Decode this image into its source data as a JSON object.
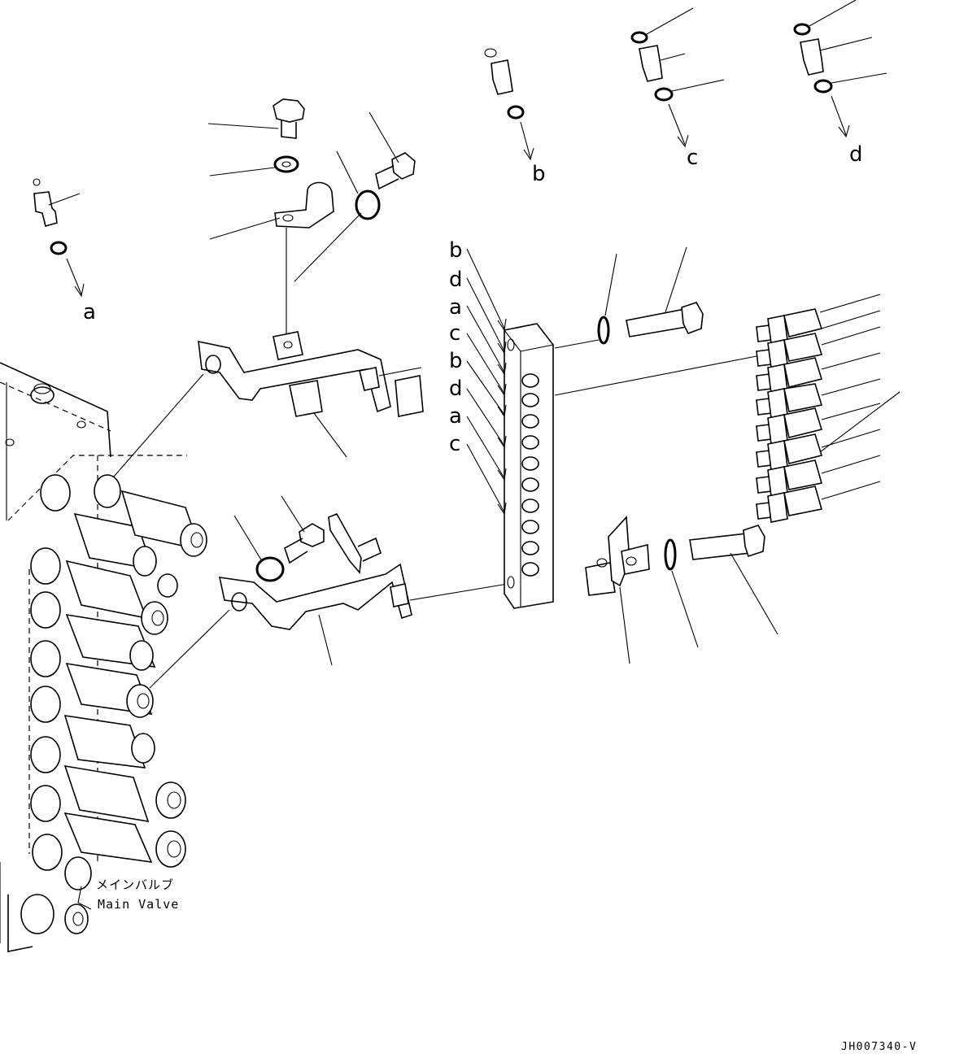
{
  "callouts": {
    "a_bottom": "a",
    "b_top": "b",
    "c_top": "c",
    "d_top": "d",
    "column": [
      "b",
      "d",
      "a",
      "c",
      "b",
      "d",
      "a",
      "c"
    ]
  },
  "main_valve": {
    "jp": "メインバルブ",
    "en": "Main Valve"
  },
  "drawing_code": "JH007340-V"
}
